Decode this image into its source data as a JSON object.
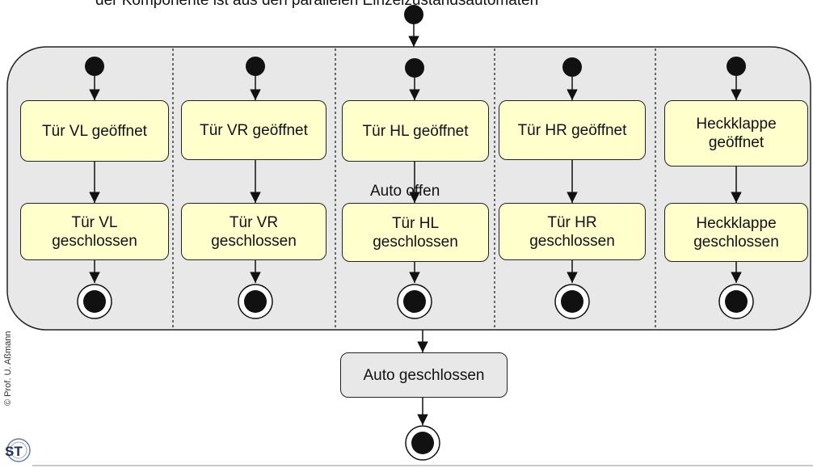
{
  "caption": "der Komponente ist aus den parallelen Einzelzustandsautomaten",
  "composite_label": "Auto offen",
  "regions": [
    {
      "open": "Tür VL geöffnet",
      "closed": "Tür VL geschlossen"
    },
    {
      "open": "Tür VR geöffnet",
      "closed": "Tür VR geschlossen"
    },
    {
      "open": "Tür HL geöffnet",
      "closed": "Tür HL geschlossen"
    },
    {
      "open": "Tür HR geöffnet",
      "closed": "Tür HR geschlossen"
    },
    {
      "open": "Heckklappe geöffnet",
      "closed": "Heckklappe geschlossen"
    }
  ],
  "final_state": "Auto geschlossen",
  "credit": "© Prof. U. Aßmann",
  "logo_text": "ST",
  "colors": {
    "state_fill": "#ffffcc",
    "composite_fill": "#e8e8e8",
    "final_state_fill": "#e8e8e8",
    "stroke": "#222222"
  }
}
